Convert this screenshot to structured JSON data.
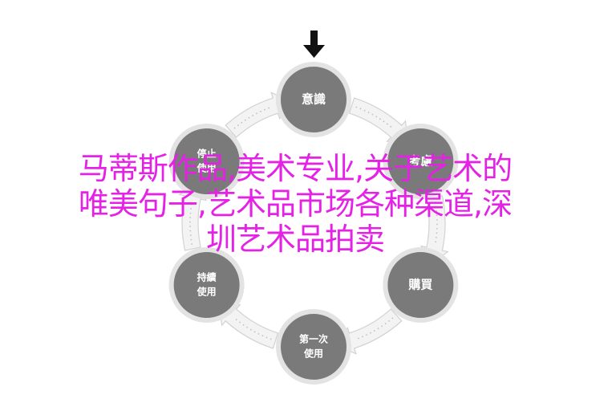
{
  "diagram": {
    "nodes": [
      {
        "id": "awareness",
        "lines": [
          "意識"
        ]
      },
      {
        "id": "consideration",
        "lines": [
          "考慮"
        ]
      },
      {
        "id": "purchase",
        "lines": [
          "購買"
        ]
      },
      {
        "id": "first_use",
        "lines": [
          "第一次",
          "使用"
        ]
      },
      {
        "id": "continued_use",
        "lines": [
          "持續",
          "使用"
        ]
      },
      {
        "id": "stop",
        "lines": [
          "停止",
          "使用"
        ]
      }
    ]
  },
  "overlay": {
    "lines": [
      "马蒂斯作品,美术专业,关于艺术的",
      "唯美句子,艺术品市场各种渠道,深",
      "圳艺术品拍卖"
    ]
  },
  "colors": {
    "node_fill": "#7a7a7a",
    "node_ring": "#e3e3e3",
    "arrow_fill": "#f3f3f3",
    "overlay_text": "#e521e5",
    "entry_arrow": "#111111"
  },
  "icons": {
    "entry_arrow": "down-arrow-icon"
  }
}
